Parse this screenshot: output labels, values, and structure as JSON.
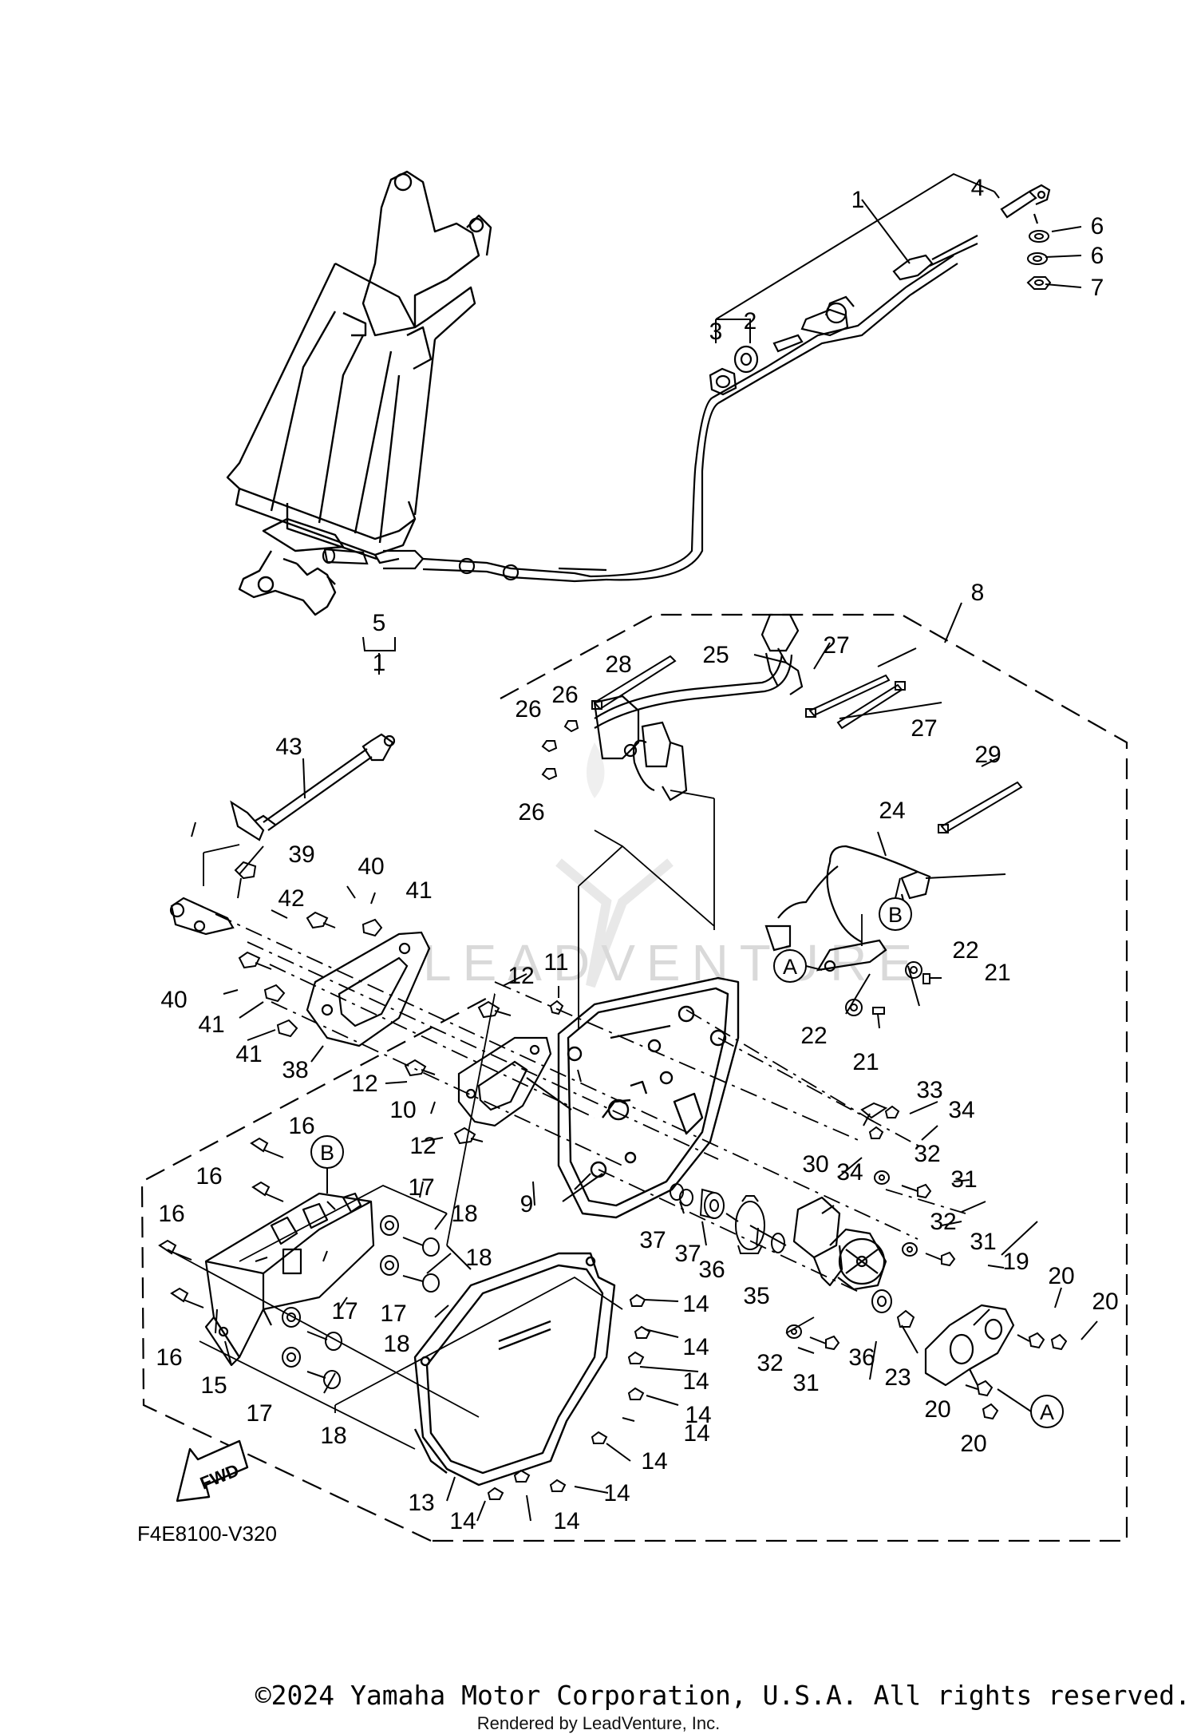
{
  "diagram": {
    "figure_code": "F4E8100-V320",
    "fwd_label": "FWD",
    "watermark": "LEADVENTURE",
    "letters": [
      "A",
      "B"
    ],
    "callouts": [
      "1",
      "1",
      "2",
      "3",
      "4",
      "5",
      "6",
      "6",
      "7",
      "8",
      "9",
      "10",
      "11",
      "12",
      "12",
      "12",
      "13",
      "14",
      "14",
      "14",
      "14",
      "14",
      "14",
      "14",
      "14",
      "14",
      "15",
      "16",
      "16",
      "16",
      "16",
      "17",
      "17",
      "17",
      "17",
      "18",
      "18",
      "18",
      "18",
      "19",
      "20",
      "20",
      "20",
      "20",
      "21",
      "21",
      "22",
      "22",
      "23",
      "24",
      "25",
      "26",
      "26",
      "26",
      "27",
      "27",
      "28",
      "29",
      "30",
      "31",
      "31",
      "31",
      "32",
      "32",
      "32",
      "33",
      "34",
      "34",
      "35",
      "36",
      "36",
      "37",
      "37",
      "38",
      "39",
      "40",
      "40",
      "41",
      "41",
      "41",
      "42",
      "43"
    ]
  },
  "footer": {
    "copyright": "©2024 Yamaha Motor Corporation, U.S.A. All rights reserved.",
    "rendered_by": "Rendered by LeadVenture, Inc."
  }
}
